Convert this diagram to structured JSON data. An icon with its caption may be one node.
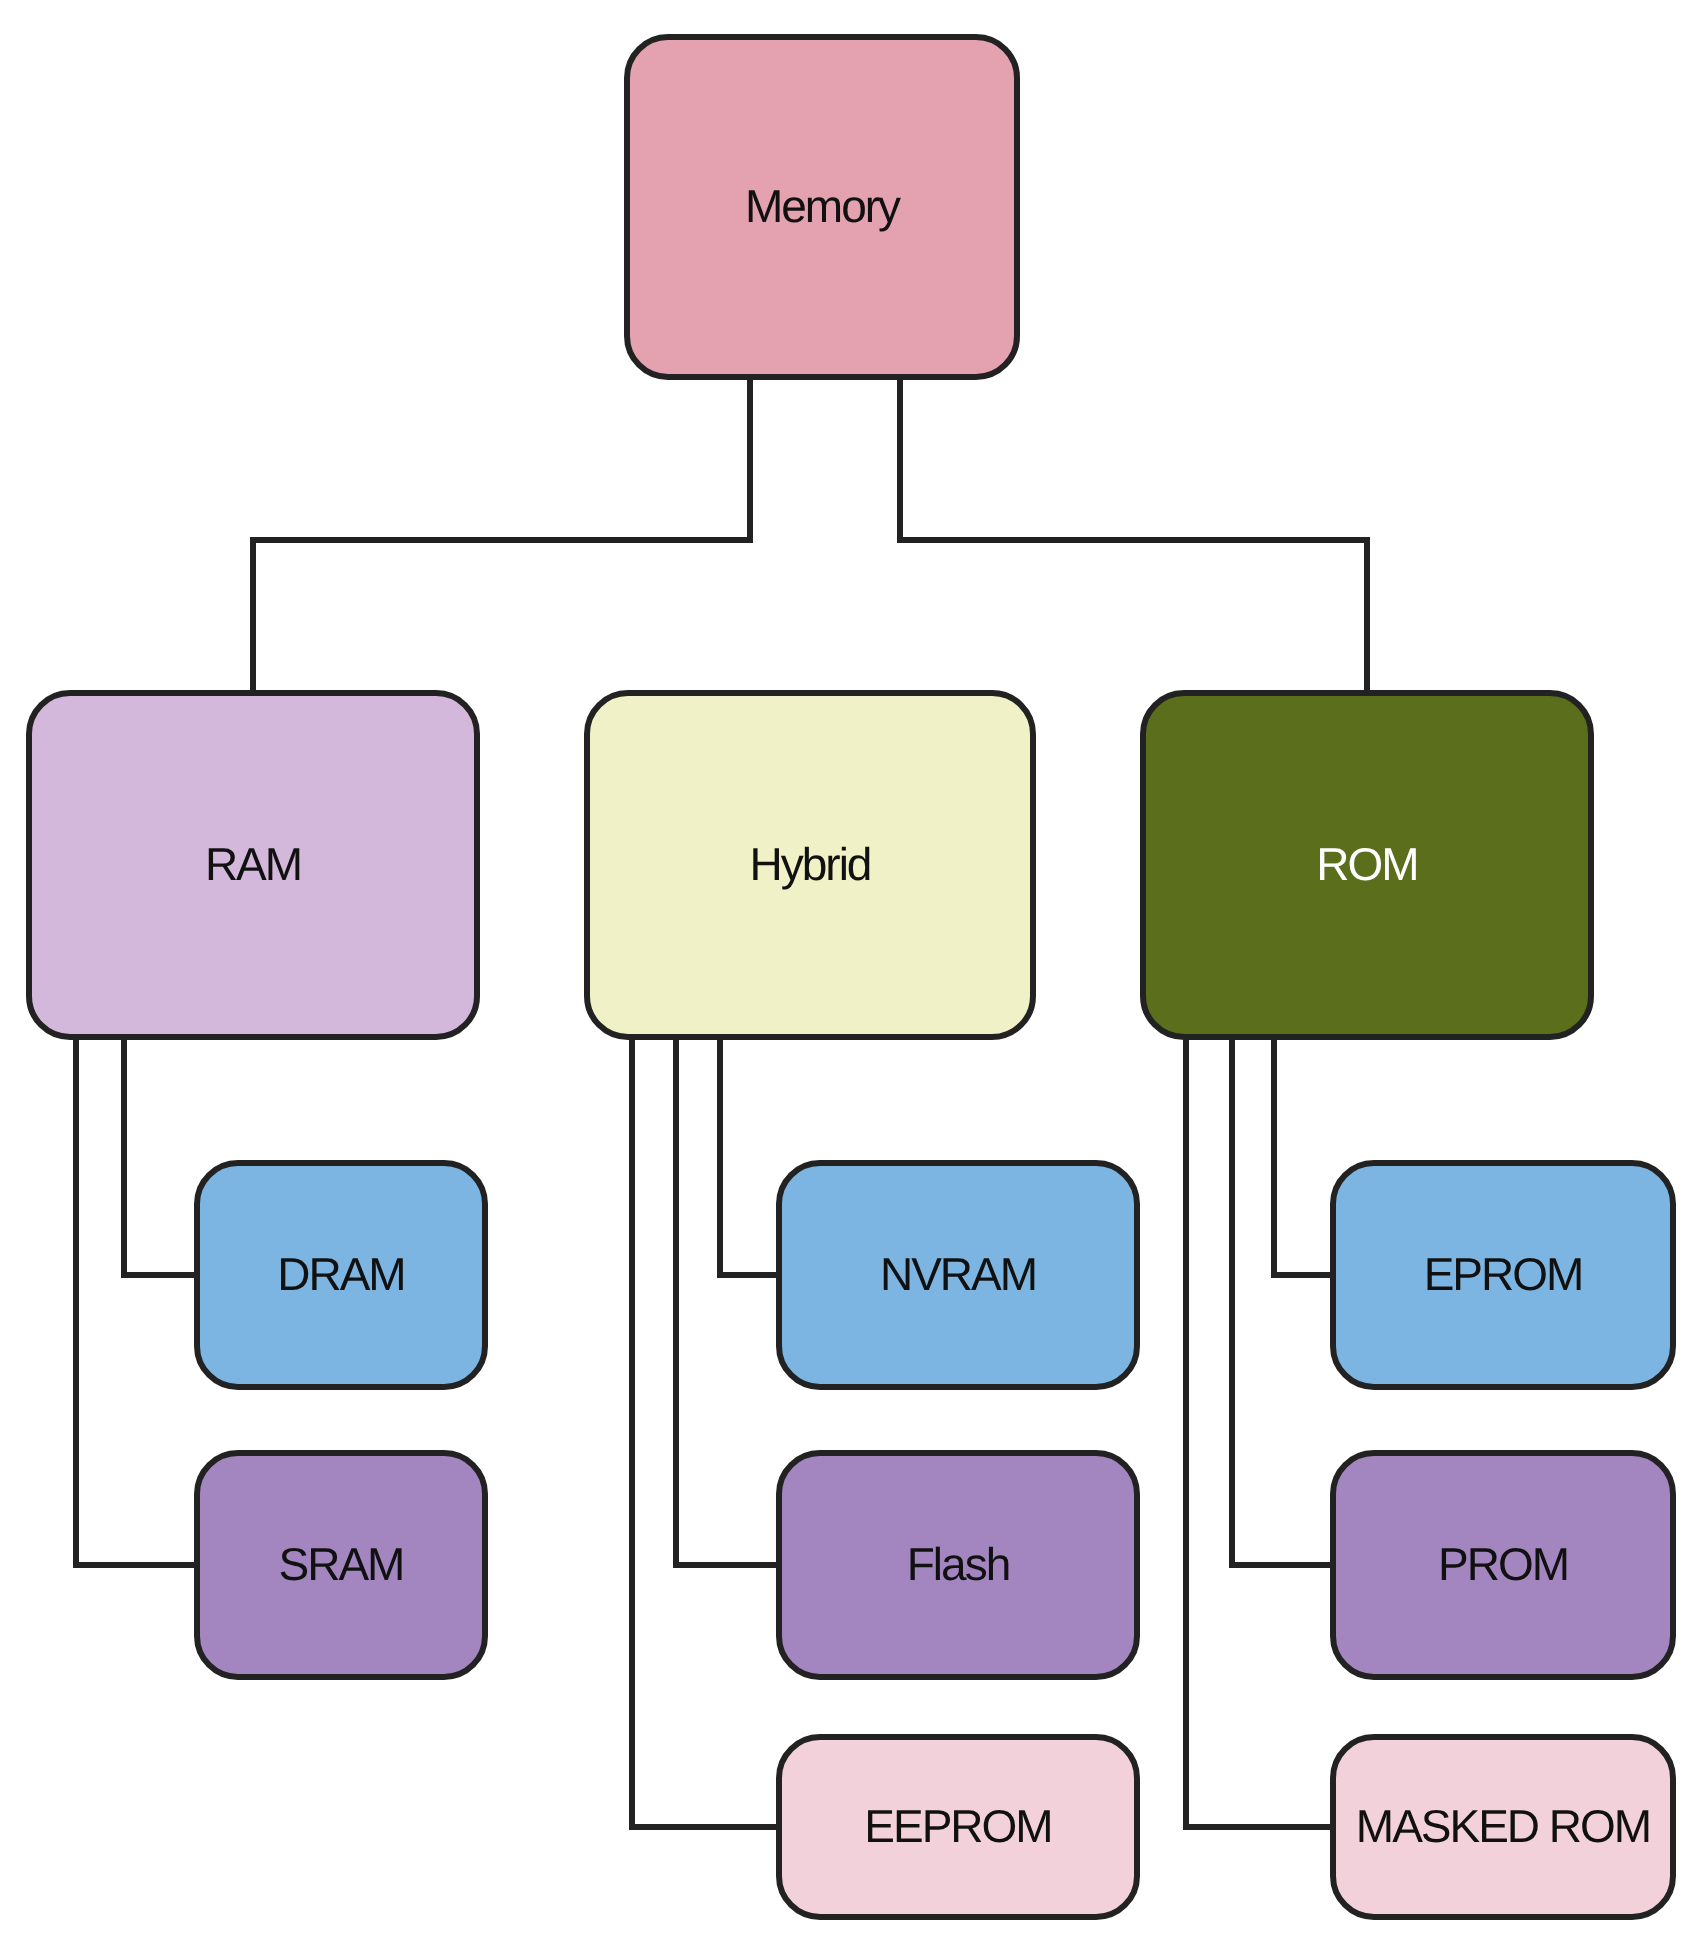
{
  "diagram": {
    "nodes": [
      {
        "text": [
          "Memory"
        ]
      },
      {
        "text": [
          "RAM"
        ]
      },
      {
        "text": [
          "Hybrid"
        ]
      },
      {
        "text": [
          "ROM"
        ]
      },
      {
        "text": [
          "DRAM"
        ]
      },
      {
        "text": [
          "SRAM"
        ]
      },
      {
        "text": [
          "NVRAM"
        ]
      },
      {
        "text": [
          "Flash"
        ]
      },
      {
        "text": [
          "EEPROM"
        ]
      },
      {
        "text": [
          "EPROM"
        ]
      },
      {
        "text": [
          "PROM"
        ]
      },
      {
        "text": [
          "MASKED ROM"
        ]
      }
    ],
    "edges": [
      {
        "from": 0,
        "to": 1,
        "arrow": "none"
      },
      {
        "from": 0,
        "to": 3,
        "arrow": "none"
      },
      {
        "from": 1,
        "to": 4,
        "arrow": "none"
      },
      {
        "from": 1,
        "to": 5,
        "arrow": "none"
      },
      {
        "from": 2,
        "to": 6,
        "arrow": "none"
      },
      {
        "from": 2,
        "to": 7,
        "arrow": "none"
      },
      {
        "from": 2,
        "to": 8,
        "arrow": "none"
      },
      {
        "from": 3,
        "to": 9,
        "arrow": "none"
      },
      {
        "from": 3,
        "to": 10,
        "arrow": "none"
      },
      {
        "from": 3,
        "to": 11,
        "arrow": "none"
      }
    ]
  }
}
